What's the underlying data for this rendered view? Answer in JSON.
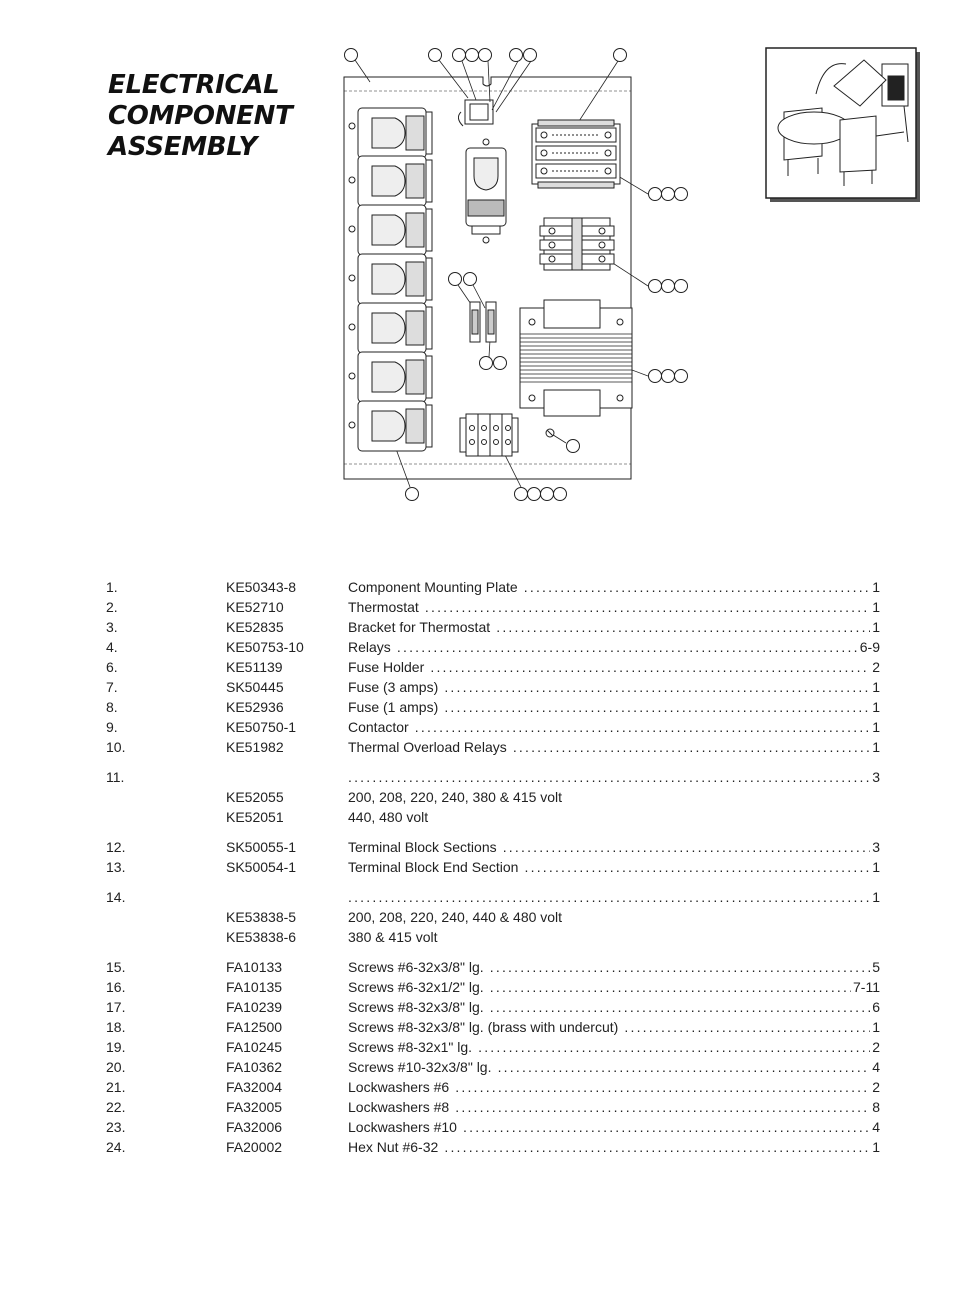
{
  "title": {
    "line1": "ELECTRICAL",
    "line2": "COMPONENT",
    "line3": "ASSEMBLY"
  },
  "parts": [
    {
      "num": "1.",
      "pn": "KE50343-8",
      "desc": "Component Mounting Plate",
      "qty": "1"
    },
    {
      "num": "2.",
      "pn": "KE52710",
      "desc": "Thermostat",
      "qty": "1"
    },
    {
      "num": "3.",
      "pn": "KE52835",
      "desc": "Bracket for Thermostat",
      "qty": "1"
    },
    {
      "num": "4.",
      "pn": "KE50753-10",
      "desc": "Relays",
      "qty": "6-9"
    },
    {
      "num": "6.",
      "pn": "KE51139",
      "desc": "Fuse Holder",
      "qty": "2"
    },
    {
      "num": "7.",
      "pn": "SK50445",
      "desc": "Fuse (3 amps)",
      "qty": "1"
    },
    {
      "num": "8.",
      "pn": "KE52936",
      "desc": "Fuse (1 amps)",
      "qty": "1"
    },
    {
      "num": "9.",
      "pn": "KE50750-1",
      "desc": "Contactor",
      "qty": "1"
    },
    {
      "num": "10.",
      "pn": "KE51982",
      "desc": "Thermal Overload Relays",
      "qty": "1"
    },
    {
      "num": "11.",
      "pn": "",
      "desc": "",
      "qty": "3",
      "sub": [
        {
          "pn": "KE52055",
          "desc": "200, 208, 220, 240, 380 & 415 volt"
        },
        {
          "pn": "KE52051",
          "desc": "440, 480 volt"
        }
      ]
    },
    {
      "num": "12.",
      "pn": "SK50055-1",
      "desc": "Terminal Block Sections",
      "qty": "3"
    },
    {
      "num": "13.",
      "pn": "SK50054-1",
      "desc": "Terminal Block End Section",
      "qty": "1"
    },
    {
      "num": "14.",
      "pn": "",
      "desc": "",
      "qty": "1",
      "sub": [
        {
          "pn": "KE53838-5",
          "desc": "200, 208, 220, 240, 440 & 480 volt"
        },
        {
          "pn": "KE53838-6",
          "desc": "380 & 415 volt"
        }
      ]
    },
    {
      "num": "15.",
      "pn": "FA10133",
      "desc": "Screws #6-32x3/8\" lg.",
      "qty": "5"
    },
    {
      "num": "16.",
      "pn": "FA10135",
      "desc": "Screws #6-32x1/2\" lg.",
      "qty": "7-11"
    },
    {
      "num": "17.",
      "pn": "FA10239",
      "desc": "Screws #8-32x3/8\" lg.",
      "qty": "6"
    },
    {
      "num": "18.",
      "pn": "FA12500",
      "desc": "Screws #8-32x3/8\" lg. (brass with undercut)",
      "qty": "1"
    },
    {
      "num": "19.",
      "pn": "FA10245",
      "desc": "Screws #8-32x1\" lg.",
      "qty": "2"
    },
    {
      "num": "20.",
      "pn": "FA10362",
      "desc": "Screws #10-32x3/8\" lg.",
      "qty": "4"
    },
    {
      "num": "21.",
      "pn": "FA32004",
      "desc": "Lockwashers #6",
      "qty": "2"
    },
    {
      "num": "22.",
      "pn": "FA32005",
      "desc": "Lockwashers #8",
      "qty": "8"
    },
    {
      "num": "23.",
      "pn": "FA32006",
      "desc": "Lockwashers #10",
      "qty": "4"
    },
    {
      "num": "24.",
      "pn": "FA20002",
      "desc": "Hex Nut #6-32",
      "qty": "1"
    }
  ]
}
